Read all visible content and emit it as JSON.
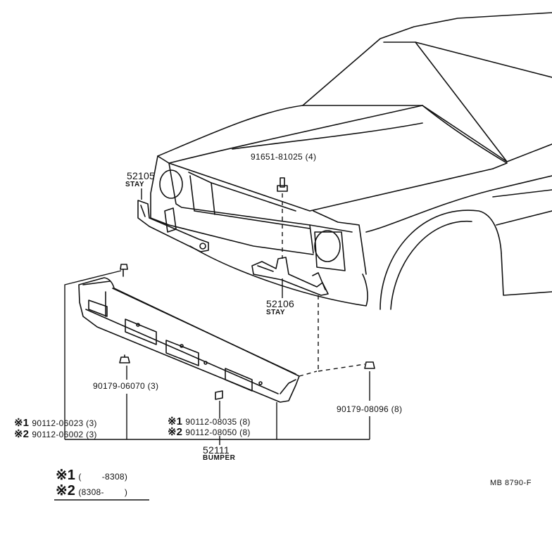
{
  "parts": {
    "stay_left": {
      "number": "52105",
      "name": "STAY"
    },
    "stay_right": {
      "number": "52106",
      "name": "STAY"
    },
    "bolt_top": {
      "number": "91651-81025 (4)"
    },
    "bumper": {
      "number": "52111",
      "name": "BUMPER"
    },
    "nut_left": {
      "number": "90179-06070 (3)"
    },
    "nut_right": {
      "number": "90179-08096 (8)"
    },
    "bolt_left_1": {
      "mark": "※1",
      "number": "90112-06023 (3)"
    },
    "bolt_left_2": {
      "mark": "※2",
      "number": "90112-06002 (3)"
    },
    "bolt_mid_1": {
      "mark": "※1",
      "number": "90112-08035 (8)"
    },
    "bolt_mid_2": {
      "mark": "※2",
      "number": "90112-08050 (8)"
    }
  },
  "notes": [
    {
      "mark": "※1",
      "range": "(        -8308)"
    },
    {
      "mark": "※2",
      "range": "(8308-        )"
    }
  ],
  "reference": "MB 8790-F"
}
